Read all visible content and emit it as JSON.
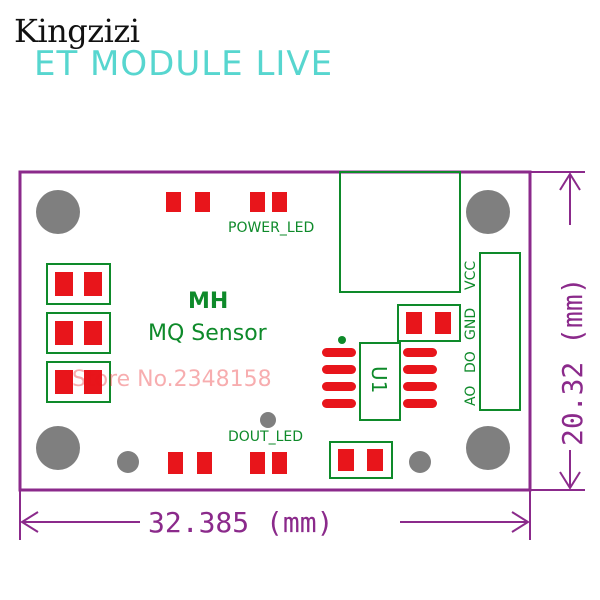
{
  "brand": {
    "name": "Kingzizi",
    "tagline": "ET MODULE LIVE"
  },
  "board": {
    "title": "MH",
    "subtitle": "MQ Sensor",
    "power_led_label": "POWER_LED",
    "dout_led_label": "DOUT_LED",
    "chip_label": "U1",
    "pin_labels": [
      "AO",
      "DO",
      "GND",
      "VCC"
    ],
    "watermark": "Store No.2348158"
  },
  "dimensions": {
    "width": "32.385 (mm)",
    "height": "20.32 (mm)"
  },
  "colors": {
    "outline": "#8b2a8b",
    "pads": "#e8151b",
    "silkscreen": "#0e8a2a",
    "holes": "#7f7f7f"
  }
}
